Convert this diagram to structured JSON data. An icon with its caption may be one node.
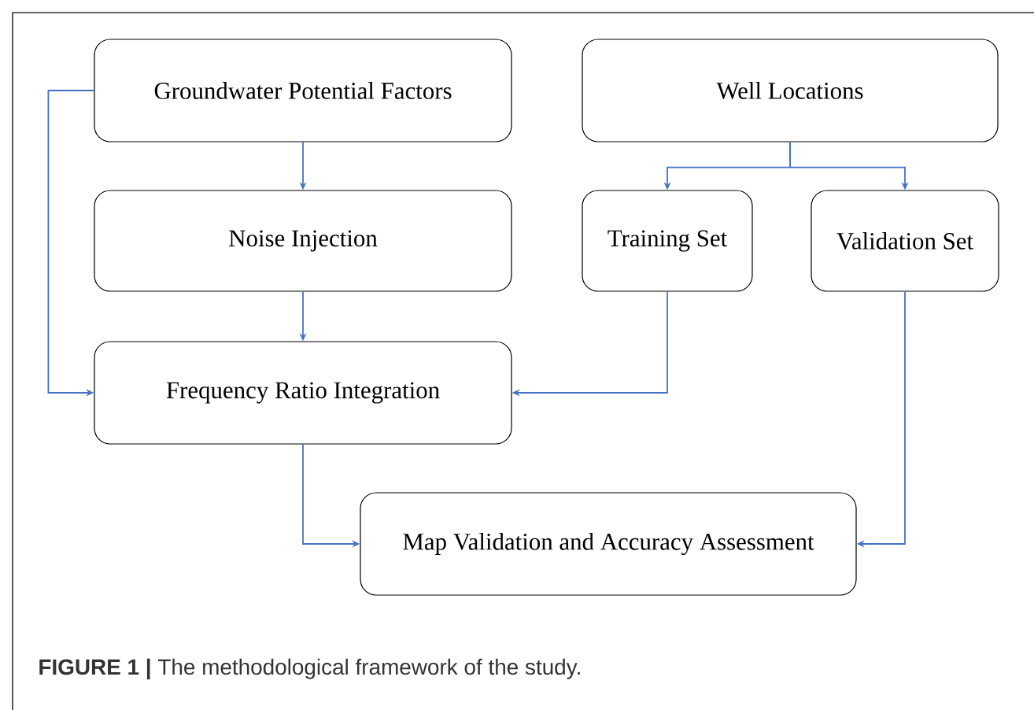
{
  "diagram": {
    "caption": "**FIGURE 1 |** The methodological framework of the study.",
    "nodes": [
      {
        "text": [
          "Groundwater Potential Factors"
        ]
      },
      {
        "text": [
          "Well Locations"
        ]
      },
      {
        "text": [
          "Noise Injection"
        ]
      },
      {
        "text": [
          "Training Set"
        ]
      },
      {
        "text": [
          "Validation Set"
        ]
      },
      {
        "text": [
          "Frequency Ratio Integration"
        ]
      },
      {
        "text": [
          "Map Validation and Accuracy Assessment"
        ]
      }
    ],
    "edges": [
      {
        "from": 0,
        "to": 2,
        "arrow": "to"
      },
      {
        "from": 1,
        "to": 3,
        "arrow": "to"
      },
      {
        "from": 1,
        "to": 4,
        "arrow": "to"
      },
      {
        "from": 0,
        "to": 5,
        "arrow": "to"
      },
      {
        "from": 2,
        "to": 5,
        "arrow": "to"
      },
      {
        "from": 3,
        "to": 5,
        "arrow": "to"
      },
      {
        "from": 5,
        "to": 6,
        "arrow": "to"
      },
      {
        "from": 4,
        "to": 6,
        "arrow": "to"
      }
    ]
  }
}
